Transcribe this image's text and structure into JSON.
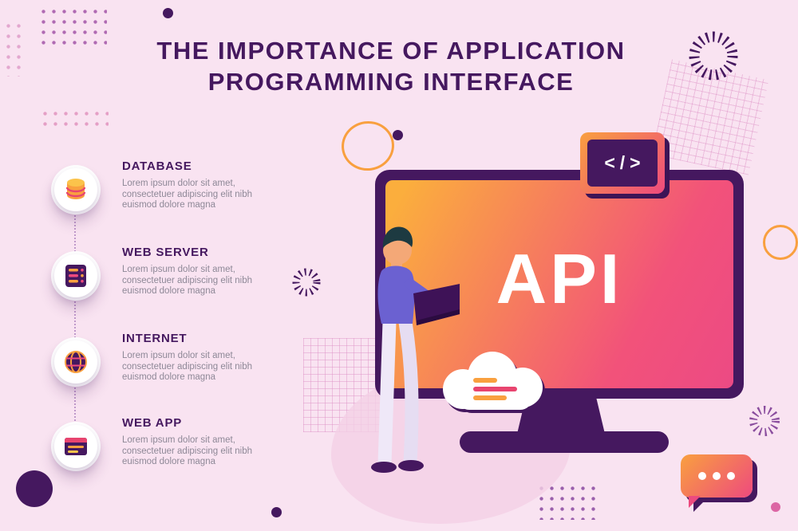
{
  "title": {
    "line1": "THE IMPORTANCE OF APPLICATION",
    "line2": "PROGRAMMING INTERFACE"
  },
  "list": {
    "items": [
      {
        "label": "DATABASE",
        "description": "Lorem ipsum dolor sit amet, consectetuer adipiscing elit nibh euismod dolore magna",
        "icon": "database-icon"
      },
      {
        "label": "WEB SERVER",
        "description": "Lorem ipsum dolor sit amet, consectetuer adipiscing elit nibh euismod dolore magna",
        "icon": "web-server-icon"
      },
      {
        "label": "INTERNET",
        "description": "Lorem ipsum dolor sit amet, consectetuer adipiscing elit nibh euismod dolore magna",
        "icon": "internet-icon"
      },
      {
        "label": "WEB APP",
        "description": "Lorem ipsum dolor sit amet, consectetuer adipiscing elit nibh euismod dolore magna",
        "icon": "web-app-icon"
      }
    ]
  },
  "monitor": {
    "label": "API"
  },
  "code_badge": {
    "label": "</>"
  },
  "colors": {
    "background": "#F9E3F1",
    "primary_purple": "#45185F",
    "accent_orange": "#F9A03F",
    "accent_pink": "#EE4A7E",
    "muted_text": "#8E8897",
    "white": "#FFFFFF"
  }
}
